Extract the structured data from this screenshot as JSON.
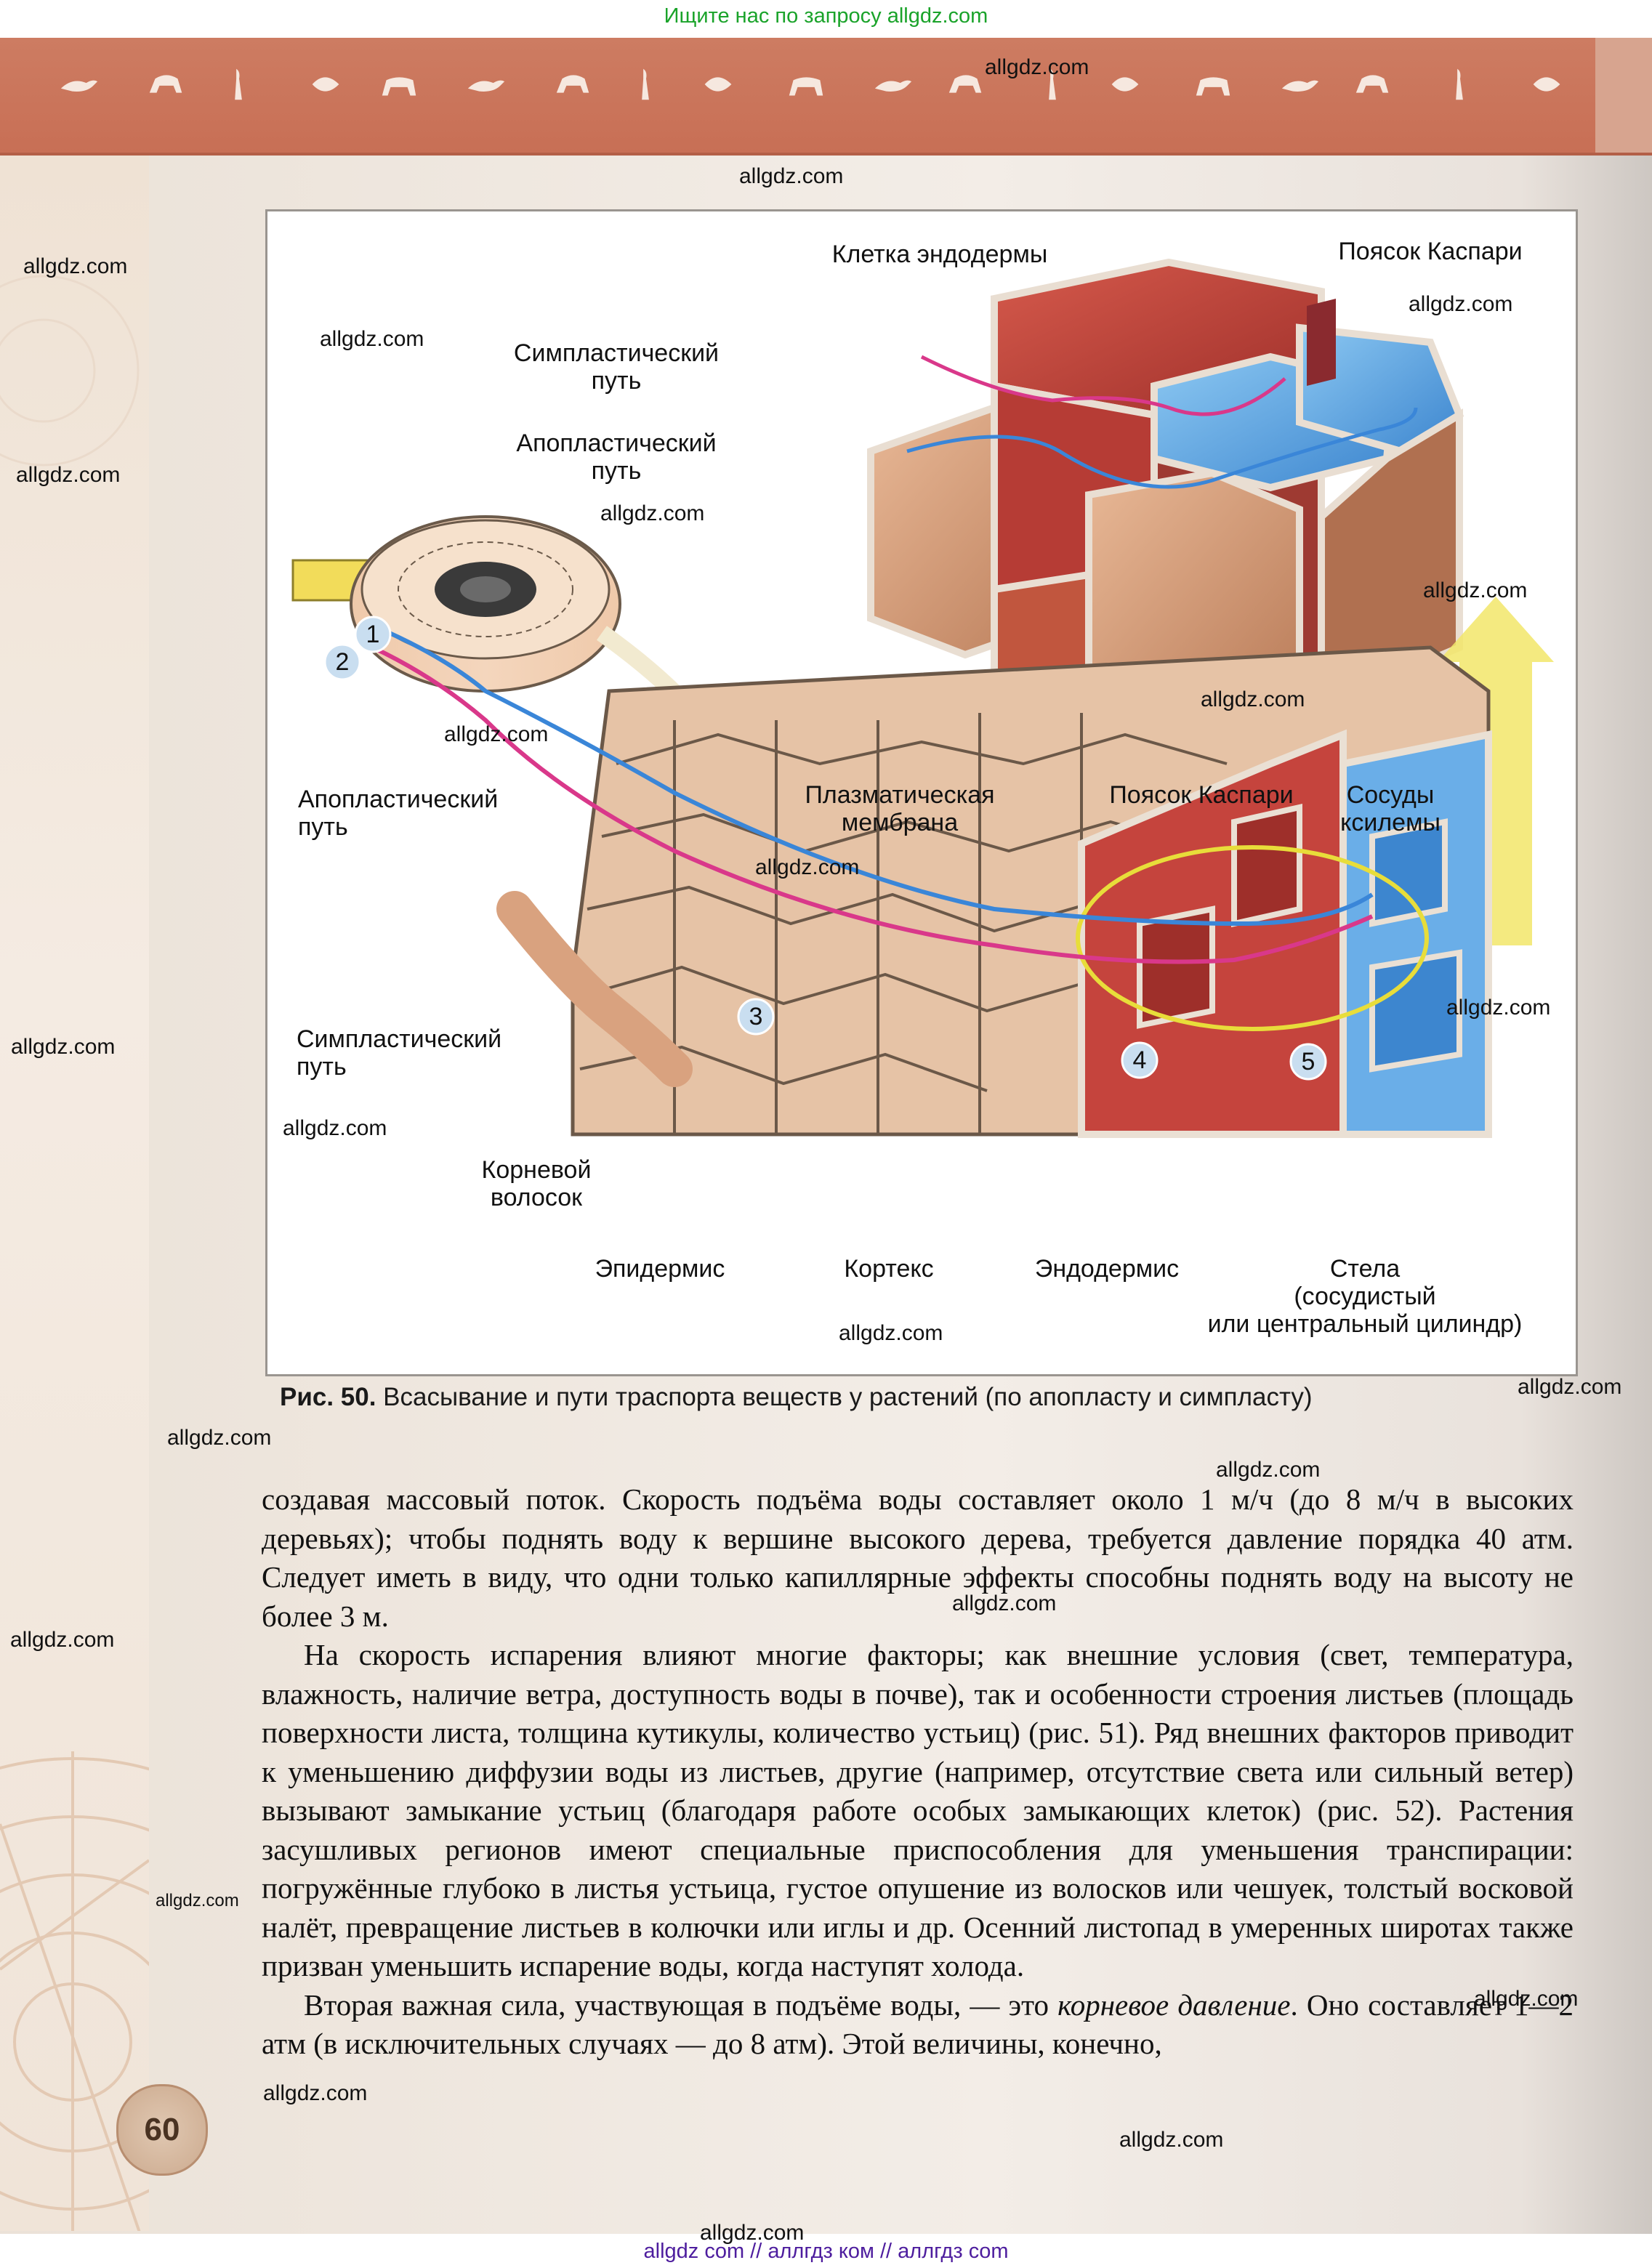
{
  "top_banner": {
    "search_text": "Ищите нас по запросу allgdz.com"
  },
  "watermark": {
    "text": "allgdz.com"
  },
  "bottom_banner": {
    "text": "allgdz com  //  аллгдз ком  //  аллгдз com"
  },
  "figure": {
    "labels": {
      "endoderm_cell": "Клетка эндодермы",
      "casparian_top": "Поясок Каспари",
      "symplast_top_1": "Симпластический",
      "symplast_top_2": "путь",
      "apoplast_top_1": "Апопластический",
      "apoplast_top_2": "путь",
      "apoplast_bottom_1": "Апопластический",
      "apoplast_bottom_2": "путь",
      "plasma_membrane_1": "Плазматическая",
      "plasma_membrane_2": "мембрана",
      "casparian_bottom": "Поясок Каспари",
      "xylem_1": "Сосуды",
      "xylem_2": "ксилемы",
      "symplast_bottom_1": "Симпластический",
      "symplast_bottom_2": "путь",
      "root_hair_1": "Корневой",
      "root_hair_2": "волосок",
      "epidermis": "Эпидермис",
      "cortex": "Кортекс",
      "endodermis": "Эндодермис",
      "stele_1": "Стела",
      "stele_2": "(сосудистый",
      "stele_3": "или центральный цилиндр)"
    },
    "markers": [
      "1",
      "2",
      "3",
      "4",
      "5"
    ],
    "colors": {
      "symplast_path": "#d9388a",
      "apoplast_path": "#3a86d8",
      "endoderm_red": "#c5443d",
      "xylem_blue": "#5aa6e6",
      "cortex_tan": "#d9a27f",
      "highlight_ring": "#e8dd3a",
      "arrow_yellow": "#f2e66a"
    }
  },
  "caption": {
    "label": "Рис. 50.",
    "text": "Всасывание и пути траспорта веществ у растений (по апопласту и симпласту)"
  },
  "body": {
    "p1": "создавая массовый поток. Скорость подъёма воды составляет около 1 м/ч (до 8 м/ч в высоких деревьях); чтобы поднять воду к вершине высокого дерева, требуется давление порядка 40 атм. Следует иметь в виду, что одни только капиллярные эффекты способны поднять воду на высоту не более 3 м.",
    "p2": "На скорость испарения влияют многие факторы; как внешние условия (свет, температура, влажность, наличие ветра, доступность воды в почве), так и особенности строения листьев (площадь поверхности листа, толщина кутикулы, количество устьиц) (рис. 51). Ряд внешних факторов приводит к уменьшению диффузии воды из листьев, другие (например, отсутствие света или сильный ветер) вызывают замыкание устьиц (благодаря работе особых замыкающих клеток) (рис. 52). Растения засушливых регионов имеют специальные приспособления для уменьшения транспирации: погружённые глубоко в листья устьица, густое опушение из волосков или чешуек, толстый восковой налёт, превращение листьев в колючки или иглы и др. Осенний листопад в умеренных широтах также призван уменьшить испарение воды, когда наступят холода.",
    "p3_start": "Вторая важная сила, участвующая в подъёме воды, — это ",
    "p3_em": "корневое давление",
    "p3_end": ". Оно составляет 1—2 атм (в исключительных случаях — до 8 атм). Этой величины, конечно,"
  },
  "page_number": "60"
}
